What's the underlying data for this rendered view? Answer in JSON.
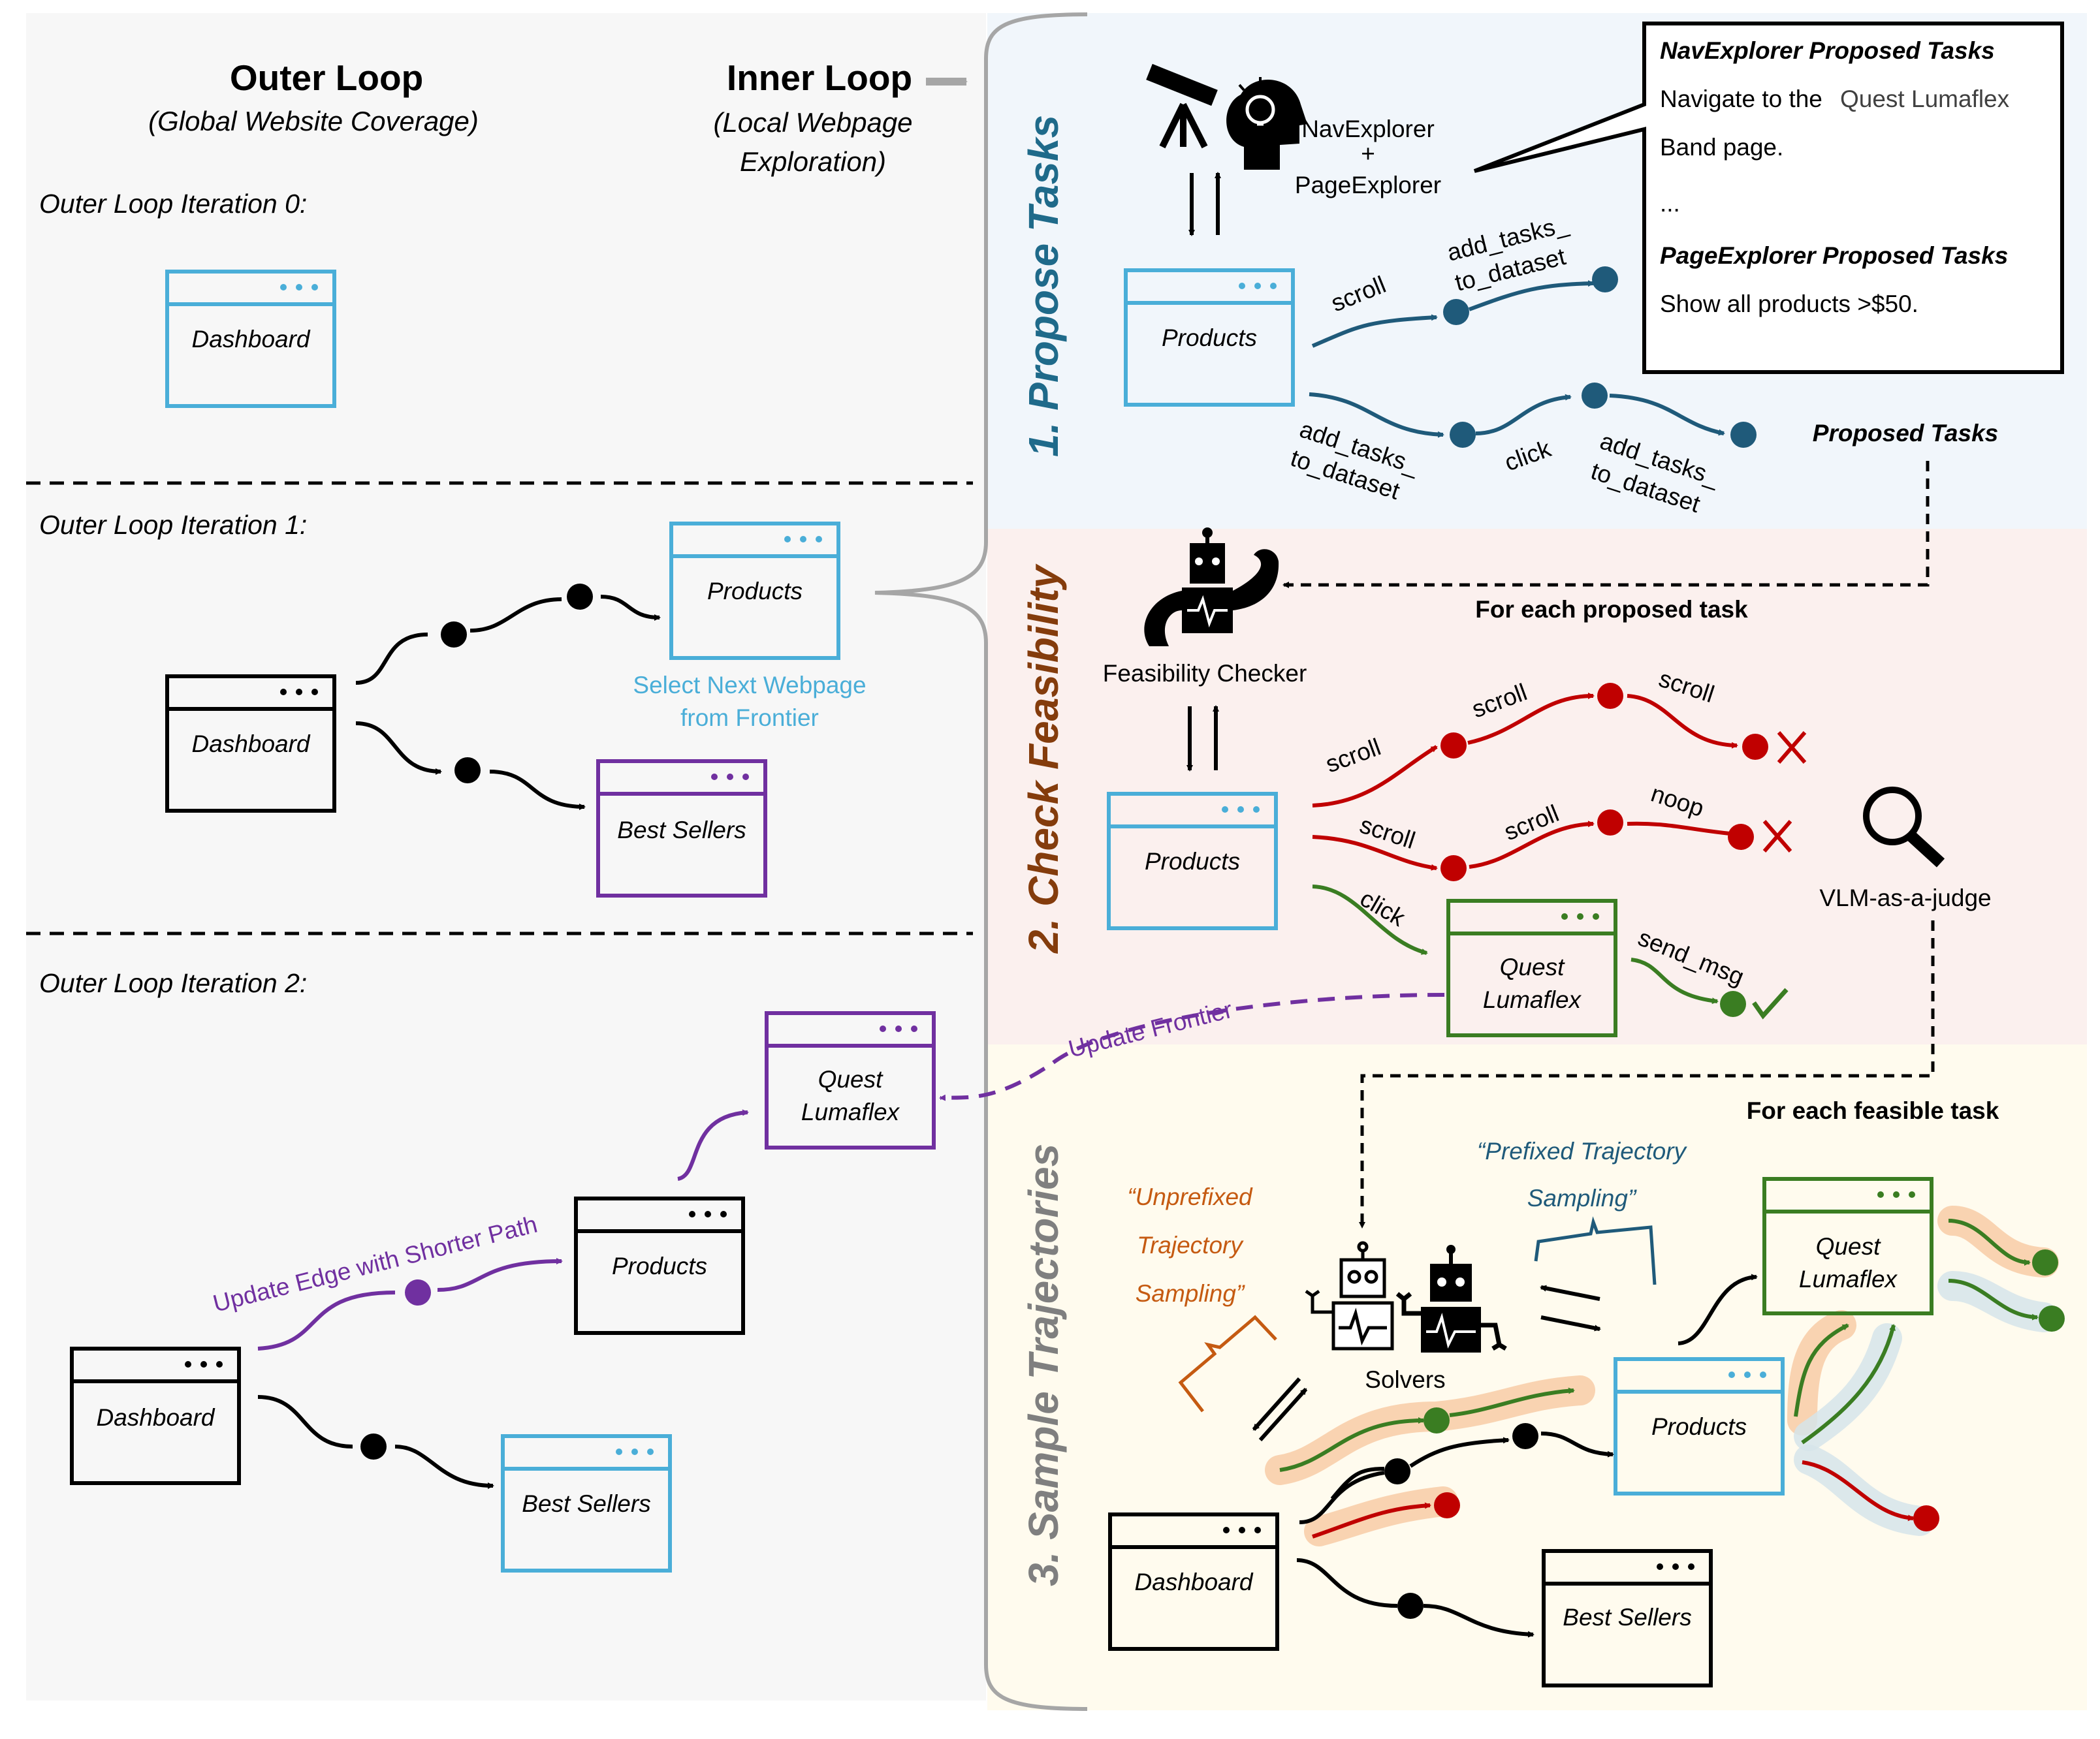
{
  "outer": {
    "title": "Outer Loop",
    "subtitle": "(Global Website Coverage)",
    "iter0": "Outer Loop Iteration 0:",
    "iter1": "Outer Loop Iteration 1:",
    "iter2": "Outer Loop Iteration 2:",
    "select_next_1": "Select Next Webpage",
    "select_next_2": "from Frontier",
    "update_edge": "Update Edge  with Shorter Path",
    "update_frontier": "Update Frontier"
  },
  "inner": {
    "title": "Inner Loop",
    "subtitle_1": "(Local Webpage",
    "subtitle_2": "Exploration)"
  },
  "pages": {
    "dashboard": "Dashboard",
    "products": "Products",
    "best_sellers": "Best Sellers",
    "quest_1": "Quest",
    "quest_2": "Lumaflex"
  },
  "stages": {
    "propose": "1. Propose Tasks",
    "check": "2. Check Feasibility",
    "sample": "3. Sample Trajectories"
  },
  "propose": {
    "agent_1": "NavExplorer",
    "agent_plus": "+",
    "agent_2": "PageExplorer",
    "bubble_nav_title": "NavExplorer Proposed Tasks",
    "bubble_nav_text_1": "Navigate to the",
    "bubble_nav_text_quest": "Quest  Lumaflex",
    "bubble_nav_text_2": "Band page.",
    "bubble_ellipsis": "...",
    "bubble_page_title": "PageExplorer Proposed Tasks",
    "bubble_page_text": "Show all products >$50.",
    "proposed_tasks": "Proposed Tasks",
    "edge_scroll": "scroll",
    "edge_add_1": "add_tasks_",
    "edge_add_2": "to_dataset",
    "edge_click": "click"
  },
  "check": {
    "checker": "Feasibility Checker",
    "for_each": "For each proposed task",
    "scroll": "scroll",
    "noop": "noop",
    "click": "click",
    "send_msg": "send_msg",
    "judge": "VLM-as-a-judge"
  },
  "sample": {
    "for_each": "For each feasible task",
    "prefixed_1": "“Prefixed Trajectory",
    "prefixed_2": "Sampling”",
    "unprefixed_1": "“Unprefixed",
    "unprefixed_2": "Trajectory",
    "unprefixed_3": "Sampling”",
    "solvers": "Solvers"
  },
  "colors": {
    "blue": "#4aaed8",
    "black": "#000000",
    "purple": "#7030a0",
    "dark_blue": "#1f5a7a",
    "red": "#c00000",
    "green": "#3a7d22",
    "brown": "#c55a11",
    "stage1": "#1f6a8a",
    "stage2": "#843c0c",
    "stage3": "#7f7f7f",
    "bg_left": "#f7f7f7",
    "bg_stage1": "#f1f6fb",
    "bg_stage2": "#fbf0ee",
    "bg_stage3": "#fffbee"
  },
  "icons": [
    "telescope-icon",
    "lightbulb-head-icon",
    "robot-icon",
    "magnifier-icon",
    "check-icon",
    "cross-icon"
  ]
}
